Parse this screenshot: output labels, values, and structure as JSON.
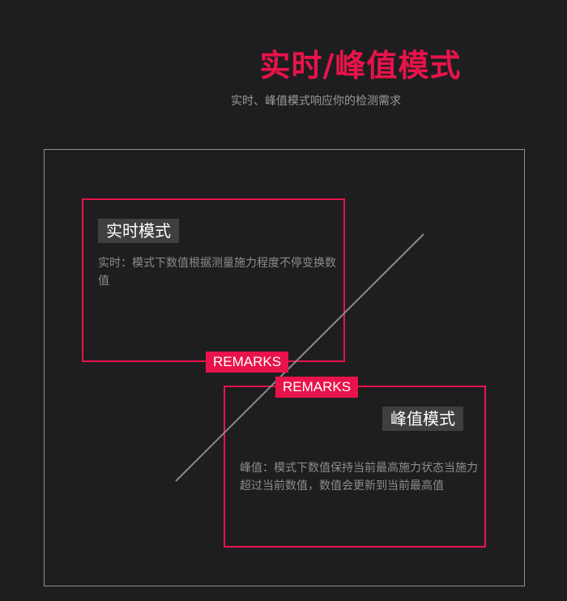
{
  "header": {
    "title": "实时/峰值模式",
    "subtitle": "实时、峰值模式响应你的检测需求"
  },
  "realtime": {
    "label": "实时模式",
    "description": "实时：模式下数值根据测量施力程度不停变换数值",
    "remark": "REMARKS"
  },
  "peak": {
    "label": "峰值模式",
    "description": "峰值：模式下数值保持当前最高施力状态当施力超过当前数值，数值会更新到当前最高值",
    "remark": "REMARKS"
  },
  "colors": {
    "accent": "#e8134a",
    "background": "#1e1e20",
    "tag_bg": "#3f3f41",
    "text_muted": "#8c8c8c"
  }
}
